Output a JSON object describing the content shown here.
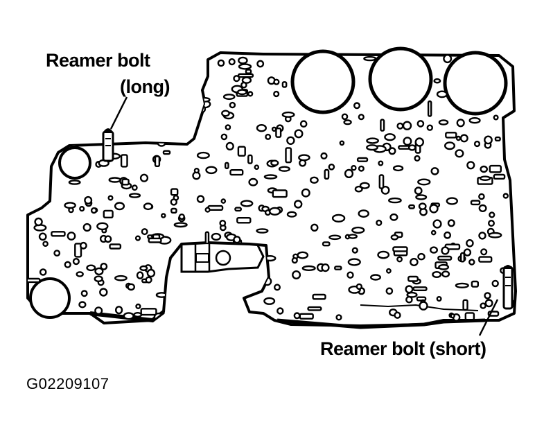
{
  "callouts": {
    "long_line1": "Reamer bolt",
    "long_line2": "(long)",
    "short": "Reamer bolt (short)"
  },
  "figure_code": "G02209107"
}
